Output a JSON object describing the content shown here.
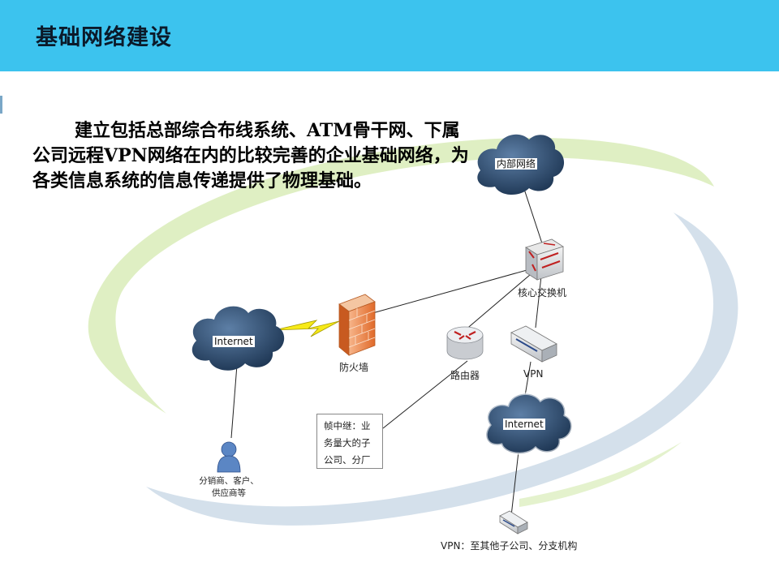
{
  "header": {
    "title": "基础网络建设"
  },
  "intro": {
    "text": "建立包括总部综合布线系统、ATM骨干网、下属公司远程VPN网络在内的比较完善的企业基础网络，为各类信息系统的信息传递提供了物理基础。"
  },
  "nodes": {
    "internal_net": "内部网络",
    "core_switch": "核心交换机",
    "firewall": "防火墙",
    "router": "路由器",
    "vpn": "VPN",
    "internet_left": "Internet",
    "internet_right": "Internet",
    "partners_line1": "分销商、客户、",
    "partners_line2": "供应商等",
    "frame_relay": "帧中继：业务量大的子公司、分厂",
    "vpn_branch": "VPN：至其他子公司、分支机构"
  },
  "colors": {
    "header": "#3cc3ee",
    "swoosh_green": "#d9ecb8",
    "swoosh_blue": "#cfdde9",
    "cloud": "#1f3f63"
  }
}
